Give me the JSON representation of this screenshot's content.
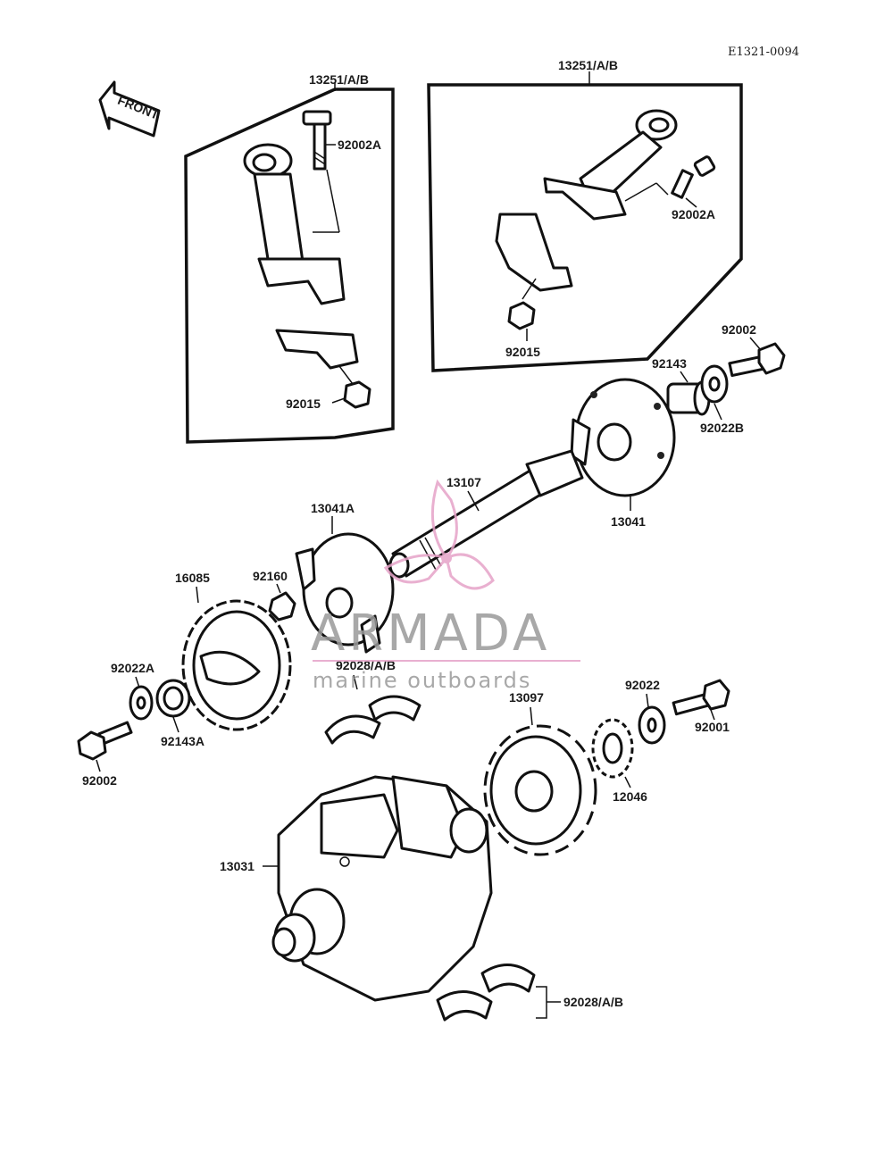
{
  "diagram_code": "E1321-0094",
  "front_label": "FRONT",
  "labels": {
    "rod_left_assy": "13251/A/B",
    "rod_right_assy": "13251/A/B",
    "bolt_left": "92002A",
    "bolt_right": "92002A",
    "nut_left": "92015",
    "nut_right": "92015",
    "bolt_top_right": "92002",
    "spacer_right": "92143",
    "washer_right": "92022B",
    "shaft": "13107",
    "weight_right": "13041",
    "weight_left": "13041A",
    "key": "92160",
    "gear": "16085",
    "washer_left": "92022A",
    "spacer_left": "92143A",
    "bolt_left_bottom": "92002",
    "bearing_upper": "92028/A/B",
    "sprocket": "13097",
    "washer_mid": "92022",
    "bolt_mid": "92001",
    "small_sprocket": "12046",
    "crankshaft": "13031",
    "bearing_lower": "92028/A/B"
  },
  "watermark": {
    "brand": "ARMADA",
    "tagline": "marine outboards",
    "accent_color": "#e6a3c8"
  }
}
